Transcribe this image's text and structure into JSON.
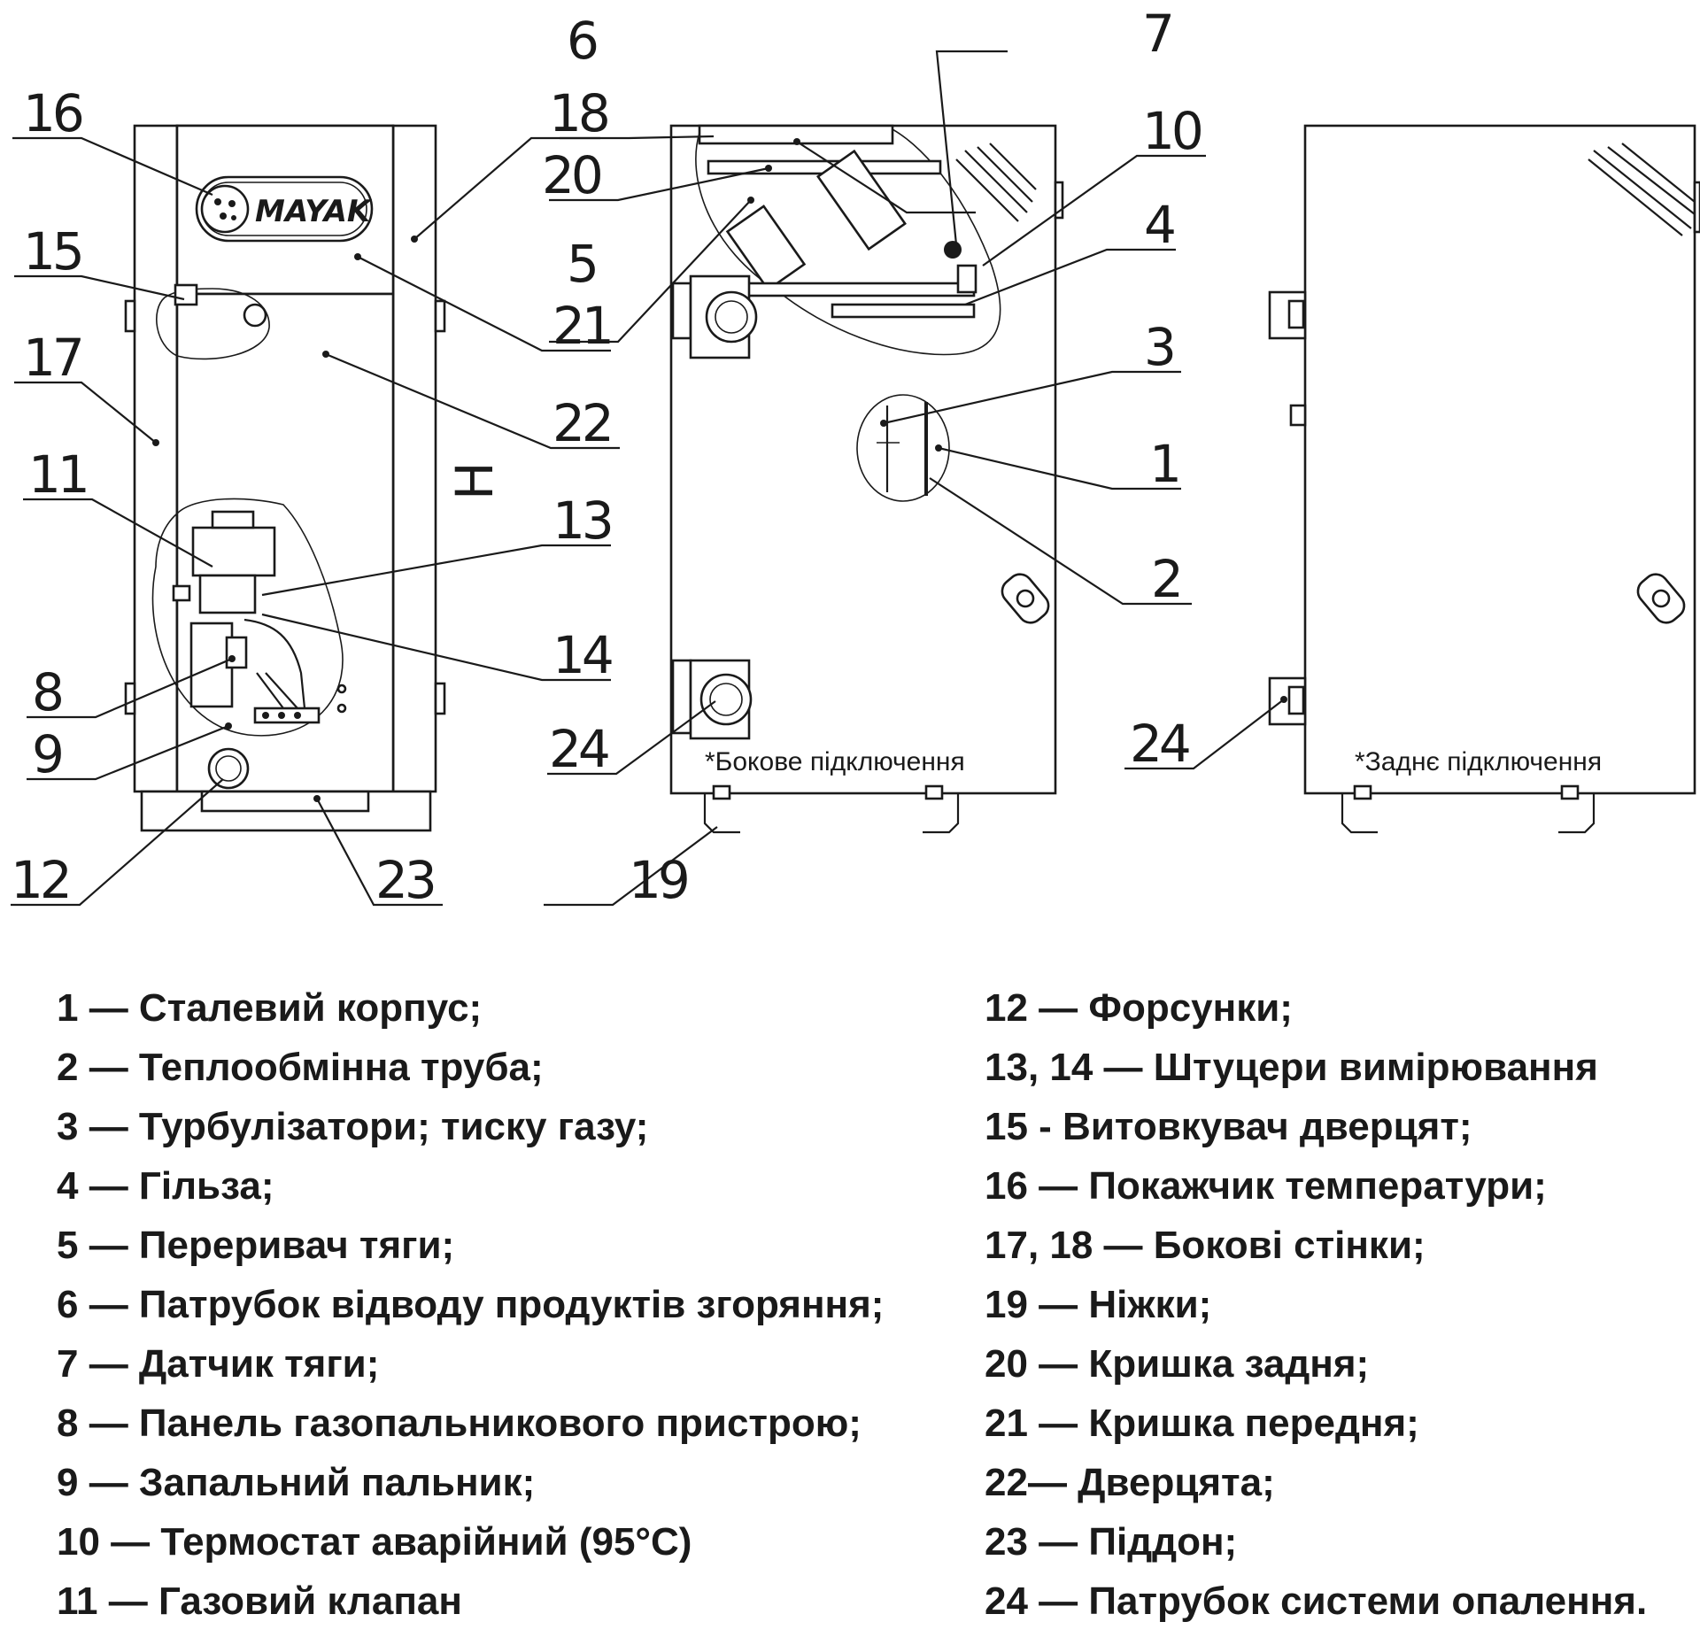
{
  "callouts": {
    "c1": "1",
    "c2": "2",
    "c3": "3",
    "c4": "4",
    "c5": "5",
    "c6": "6",
    "c7": "7",
    "c8": "8",
    "c9": "9",
    "c10": "10",
    "c11": "11",
    "c12": "12",
    "c13": "13",
    "c14": "14",
    "c15": "15",
    "c16": "16",
    "c17": "17",
    "c18": "18",
    "c19": "19",
    "c20": "20",
    "c21": "21",
    "c22": "22",
    "c23": "23",
    "c24a": "24",
    "c24b": "24",
    "dimension": "H"
  },
  "logo": "MAYAK",
  "notes": {
    "side": "*Бокове підключення",
    "rear": "*Заднє підключення"
  },
  "legend": {
    "left": [
      "1 — Сталевий корпус;",
      "2 — Теплообмінна труба;",
      "3 — Турбулізатори; тиску газу;",
      "4 — Гільза;",
      "5 — Переривач тяги;",
      "6 — Патрубок відводу продуктів згоряння;",
      "7 — Датчик тяги;",
      "8 — Панель газопальникового пристрою;",
      "9 — Запальний пальник;",
      "10 — Термостат аварійний (95°С)",
      "11 — Газовий клапан"
    ],
    "right": [
      "12 — Форсунки;",
      "13, 14 — Штуцери вимірювання",
      "15 - Витовкувач дверцят;",
      "16 — Покажчик температури;",
      "17, 18 — Бокові стінки;",
      "19 — Ніжки;",
      "20 — Кришка задня;",
      "21 — Кришка передня;",
      "22— Дверцята;",
      "23 — Піддон;",
      "24 — Патрубок системи опалення."
    ]
  }
}
